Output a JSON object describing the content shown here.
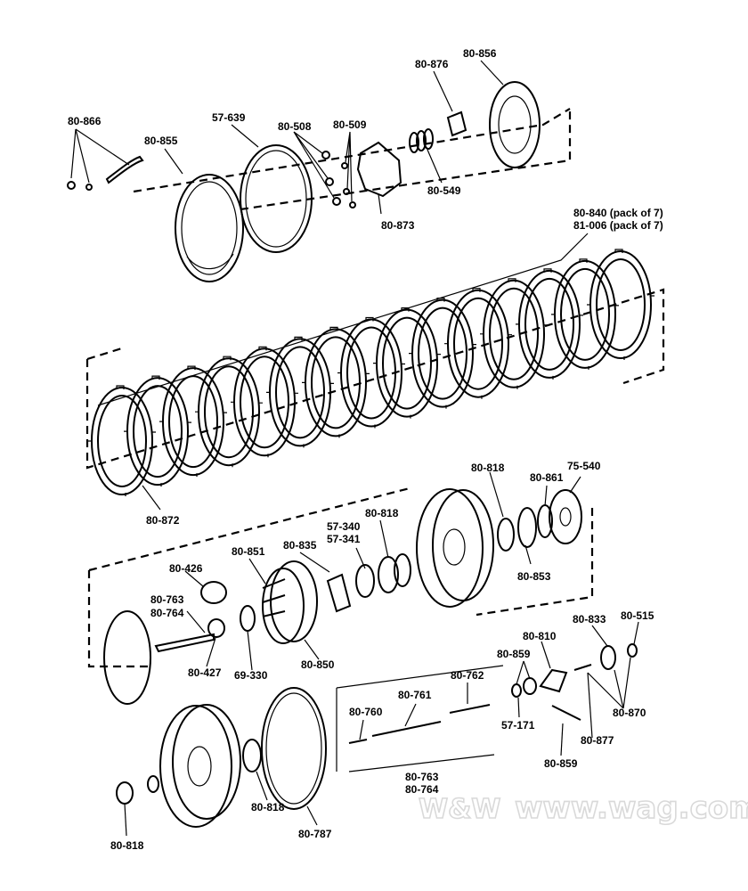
{
  "diagram": {
    "labels": {
      "p80_866": "80-866",
      "p80_855": "80-855",
      "p57_639": "57-639",
      "p80_508": "80-508",
      "p80_509": "80-509",
      "p80_876": "80-876",
      "p80_856": "80-856",
      "p80_873": "80-873",
      "p80_549": "80-549",
      "p80_840": "80-840 (pack of 7)",
      "p81_006": "81-006 (pack of 7)",
      "p80_872": "80-872",
      "p80_818_a": "80-818",
      "p80_861": "80-861",
      "p75_540": "75-540",
      "p57_340": "57-340",
      "p57_341": "57-341",
      "p80_818_b": "80-818",
      "p80_835": "80-835",
      "p80_851": "80-851",
      "p80_426": "80-426",
      "p80_853": "80-853",
      "p80_763_a": "80-763",
      "p80_764_a": "80-764",
      "p80_427": "80-427",
      "p69_330": "69-330",
      "p80_850": "80-850",
      "p80_833": "80-833",
      "p80_515": "80-515",
      "p80_810": "80-810",
      "p80_859_a": "80-859",
      "p80_762": "80-762",
      "p80_761": "80-761",
      "p80_760": "80-760",
      "p57_171": "57-171",
      "p80_870": "80-870",
      "p80_877": "80-877",
      "p80_859_b": "80-859",
      "p80_763_b": "80-763",
      "p80_764_b": "80-764",
      "p80_818_c": "80-818",
      "p80_787": "80-787",
      "p80_818_d": "80-818"
    },
    "watermark": "www.wag.com",
    "watermark_logo": "W&W"
  }
}
